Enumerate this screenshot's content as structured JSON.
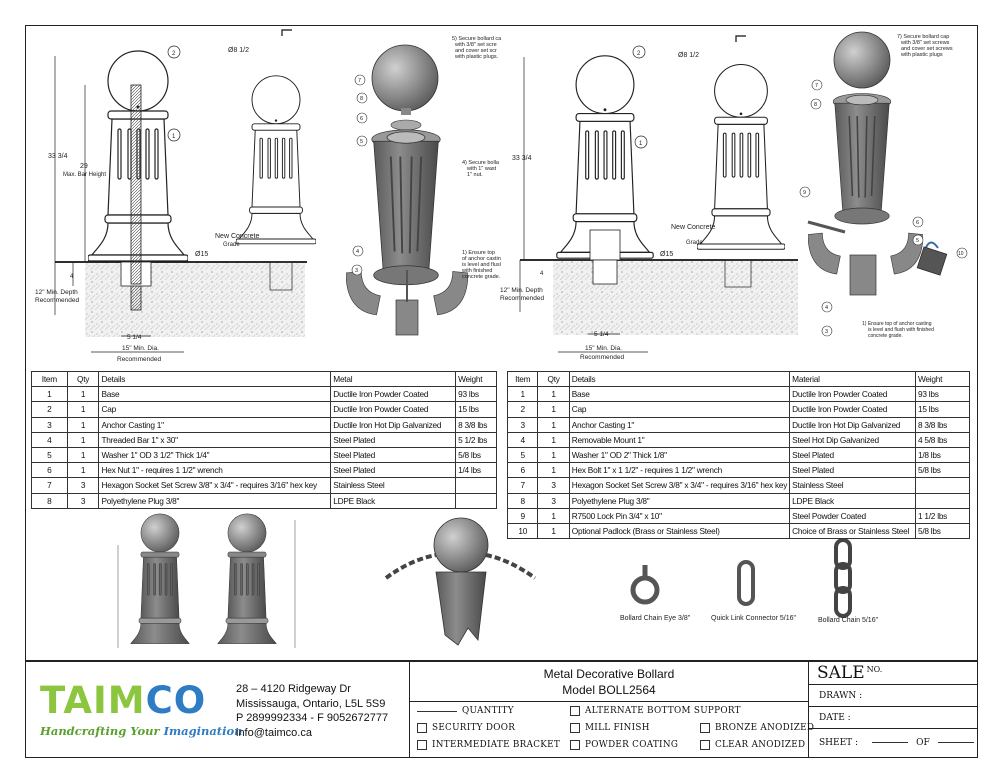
{
  "left_drawing": {
    "dim_overall": "33 3/4",
    "dim_bar": "29",
    "dim_bar_label": "Max. Bar Height",
    "depth_1": "12\" Min. Depth",
    "depth_2": "Recommended",
    "dim_4": "4",
    "dim_anchor": "5 1/4",
    "dia_1": "15\" Min. Dia.",
    "dia_2": "Recommended",
    "base_dia": "Ø15",
    "cap_dia": "Ø8 1/2",
    "concrete_1": "New Concrete",
    "concrete_2": "Grade",
    "note_5": [
      "5) Secure bollard ca",
      "with 3/8\" set scre",
      "and cover set scr",
      "with plastic plugs."
    ],
    "note_4": [
      "4) Secure bolla",
      "with 1\" wast",
      "1\" nut."
    ],
    "note_1": [
      "1) Ensure top",
      "of anchor castin",
      "is level and flusl",
      "with finished",
      "concrete grade."
    ],
    "balloons": [
      "1",
      "2",
      "7",
      "8",
      "6",
      "5",
      "4",
      "3"
    ]
  },
  "right_drawing": {
    "dim_overall": "33 3/4",
    "depth_1": "12\" Min. Depth",
    "depth_2": "Recommended",
    "dim_4": "4",
    "dim_anchor": "5 1/4",
    "dia_1": "15\" Min. Dia.",
    "dia_2": "Recommended",
    "base_dia": "Ø15",
    "cap_dia": "Ø8 1/2",
    "concrete_1": "New Concrete",
    "concrete_2": "Grade",
    "note_7": [
      "7) Secure bollard cap",
      "with 3/8\" set screws",
      "and cover set screws",
      "with plastic plugs"
    ],
    "note_1": [
      "1) Ensure top of anchor casting",
      "is level and flush with finished",
      "concrete grade."
    ],
    "balloons": [
      "1",
      "2",
      "7",
      "8",
      "9",
      "6",
      "5",
      "10",
      "4",
      "3"
    ]
  },
  "left_table": {
    "headers": [
      "Item",
      "Qty",
      "Details",
      "Metal",
      "Weight"
    ],
    "rows": [
      [
        "1",
        "1",
        "Base",
        "Ductile Iron Powder Coated",
        "93 lbs"
      ],
      [
        "2",
        "1",
        "Cap",
        "Ductile Iron Powder Coated",
        "15 lbs"
      ],
      [
        "3",
        "1",
        "Anchor Casting 1\"",
        "Ductile Iron Hot Dip Galvanized",
        "8 3/8 lbs"
      ],
      [
        "4",
        "1",
        "Threaded Bar 1\" x 30\"",
        "Steel Plated",
        "5 1/2 lbs"
      ],
      [
        "5",
        "1",
        "Washer 1\" OD 3 1/2\" Thick 1/4\"",
        "Steel Plated",
        "5/8 lbs"
      ],
      [
        "6",
        "1",
        "Hex Nut 1\" - requires 1 1/2\" wrench",
        "Steel Plated",
        "1/4 lbs"
      ],
      [
        "7",
        "3",
        "Hexagon Socket Set Screw 3/8\" x 3/4\" - requires 3/16\" hex key",
        "Stainless Steel",
        ""
      ],
      [
        "8",
        "3",
        "Polyethylene Plug 3/8\"",
        "LDPE Black",
        ""
      ]
    ]
  },
  "right_table": {
    "headers": [
      "Item",
      "Qty",
      "Details",
      "Material",
      "Weight"
    ],
    "rows": [
      [
        "1",
        "1",
        "Base",
        "Ductile Iron Powder Coated",
        "93 lbs"
      ],
      [
        "2",
        "1",
        "Cap",
        "Ductile Iron Powder Coated",
        "15 lbs"
      ],
      [
        "3",
        "1",
        "Anchor Casting 1\"",
        "Ductile Iron Hot Dip Galvanized",
        "8 3/8 lbs"
      ],
      [
        "4",
        "1",
        "Removable Mount 1\"",
        "Steel Hot Dip Galvanized",
        "4 5/8 lbs"
      ],
      [
        "5",
        "1",
        "Washer 1\" OD 2\" Thick 1/8\"",
        "Steel Plated",
        "1/8 lbs"
      ],
      [
        "6",
        "1",
        "Hex Bolt 1\" x 1 1/2\" - requires 1 1/2\" wrench",
        "Steel Plated",
        "5/8 lbs"
      ],
      [
        "7",
        "3",
        "Hexagon Socket Set Screw 3/8\" x 3/4\" - requires 3/16\" hex key",
        "Stainless Steel",
        ""
      ],
      [
        "8",
        "3",
        "Polyethylene Plug 3/8\"",
        "LDPE Black",
        ""
      ],
      [
        "9",
        "1",
        "R7500 Lock Pin 3/4\" x 10\"",
        "Steel Powder Coated",
        "1 1/2 lbs"
      ],
      [
        "10",
        "1",
        "Optional Padlock (Brass or Stainless Steel)",
        "Choice of Brass or Stainless Steel",
        "5/8 lbs"
      ]
    ]
  },
  "accessories": {
    "chain_eye": "Bollard Chain Eye 3/8\"",
    "quick_link": "Quick Link Connector 5/16\"",
    "chain": "Bollard Chain 5/16\""
  },
  "title_block": {
    "logo_text_green": "TAIM",
    "logo_text_blue": "CO",
    "tagline_1": "Handcrafting Your ",
    "tagline_2": "Imagination",
    "address_1": "28 – 4120 Ridgeway Dr",
    "address_2": "Mississauga, Ontario, L5L 5S9",
    "phone": "P 2899992334 - F 9052672777",
    "email": "info@taimco.ca",
    "title": "Metal Decorative Bollard",
    "model": "Model BOLL2564",
    "quantity": "QUANTITY",
    "options": {
      "alternate_bottom_support": "ALTERNATE BOTTOM SUPPORT",
      "security_door": "SECURITY DOOR",
      "mill_finish": "MILL FINISH",
      "bronze_anodized": "BRONZE ANODIZED",
      "intermediate_bracket": "INTERMEDIATE BRACKET",
      "powder_coating": "POWDER COATING",
      "clear_anodized": "CLEAR ANODIZED"
    },
    "sale": "SALE",
    "sale_no": "NO.",
    "drawn": "DRAWN :",
    "date": "DATE :",
    "sheet": "SHEET :",
    "of": "OF"
  },
  "colors": {
    "logo_green": "#8cc63f",
    "logo_blue": "#2e7cc4"
  }
}
